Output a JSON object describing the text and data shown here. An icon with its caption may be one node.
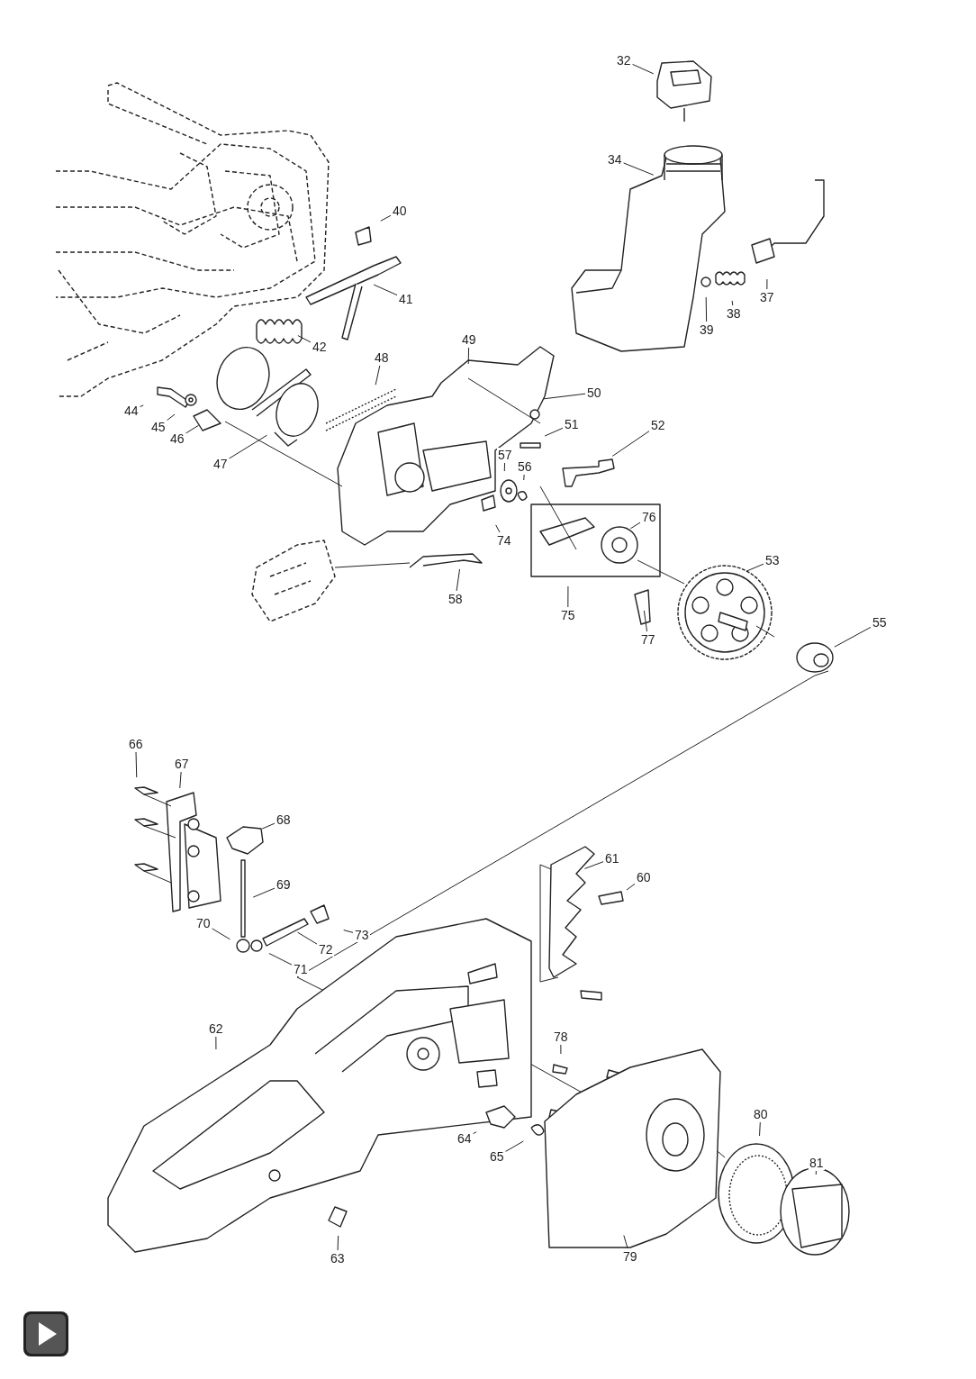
{
  "diagram": {
    "nodes": [
      {
        "text": [
          "32"
        ]
      },
      {
        "text": [
          "34"
        ]
      },
      {
        "text": [
          "40"
        ]
      },
      {
        "text": [
          "37"
        ]
      },
      {
        "text": [
          "41"
        ]
      },
      {
        "text": [
          "38"
        ]
      },
      {
        "text": [
          "39"
        ]
      },
      {
        "text": [
          "49"
        ]
      },
      {
        "text": [
          "42"
        ]
      },
      {
        "text": [
          "48"
        ]
      },
      {
        "text": [
          "50"
        ]
      },
      {
        "text": [
          "44"
        ]
      },
      {
        "text": [
          "51"
        ]
      },
      {
        "text": [
          "52"
        ]
      },
      {
        "text": [
          "45"
        ]
      },
      {
        "text": [
          "46"
        ]
      },
      {
        "text": [
          "57"
        ]
      },
      {
        "text": [
          "47"
        ]
      },
      {
        "text": [
          "56"
        ]
      },
      {
        "text": [
          "76"
        ]
      },
      {
        "text": [
          "74"
        ]
      },
      {
        "text": [
          "53"
        ]
      },
      {
        "text": [
          "58"
        ]
      },
      {
        "text": [
          "75"
        ]
      },
      {
        "text": [
          "55"
        ]
      },
      {
        "text": [
          "77"
        ]
      },
      {
        "text": [
          "66"
        ]
      },
      {
        "text": [
          "67"
        ]
      },
      {
        "text": [
          "68"
        ]
      },
      {
        "text": [
          "61"
        ]
      },
      {
        "text": [
          "60"
        ]
      },
      {
        "text": [
          "69"
        ]
      },
      {
        "text": [
          "70"
        ]
      },
      {
        "text": [
          "73"
        ]
      },
      {
        "text": [
          "72"
        ]
      },
      {
        "text": [
          "71"
        ]
      },
      {
        "text": [
          "62"
        ]
      },
      {
        "text": [
          "78"
        ]
      },
      {
        "text": [
          "80"
        ]
      },
      {
        "text": [
          "64"
        ]
      },
      {
        "text": [
          "65"
        ]
      },
      {
        "text": [
          "81"
        ]
      },
      {
        "text": [
          "79"
        ]
      },
      {
        "text": [
          "63"
        ]
      }
    ],
    "edges": [
      {
        "from": 0,
        "to": null,
        "arrow": "none"
      },
      {
        "from": 1,
        "to": null,
        "arrow": "none"
      },
      {
        "from": 2,
        "to": null,
        "arrow": "none"
      },
      {
        "from": 3,
        "to": null,
        "arrow": "none"
      },
      {
        "from": 4,
        "to": null,
        "arrow": "none"
      },
      {
        "from": 5,
        "to": null,
        "arrow": "none"
      },
      {
        "from": 6,
        "to": null,
        "arrow": "none"
      },
      {
        "from": 7,
        "to": null,
        "arrow": "none"
      },
      {
        "from": 8,
        "to": null,
        "arrow": "none"
      },
      {
        "from": 9,
        "to": null,
        "arrow": "none"
      },
      {
        "from": 10,
        "to": null,
        "arrow": "none"
      },
      {
        "from": 11,
        "to": null,
        "arrow": "none"
      },
      {
        "from": 12,
        "to": null,
        "arrow": "none"
      },
      {
        "from": 13,
        "to": null,
        "arrow": "none"
      },
      {
        "from": 14,
        "to": null,
        "arrow": "none"
      },
      {
        "from": 15,
        "to": null,
        "arrow": "none"
      },
      {
        "from": 16,
        "to": null,
        "arrow": "none"
      },
      {
        "from": 17,
        "to": null,
        "arrow": "none"
      },
      {
        "from": 18,
        "to": null,
        "arrow": "none"
      },
      {
        "from": 19,
        "to": null,
        "arrow": "none"
      },
      {
        "from": 20,
        "to": null,
        "arrow": "none"
      },
      {
        "from": 21,
        "to": null,
        "arrow": "none"
      },
      {
        "from": 22,
        "to": null,
        "arrow": "none"
      },
      {
        "from": 23,
        "to": null,
        "arrow": "none"
      },
      {
        "from": 24,
        "to": null,
        "arrow": "none"
      },
      {
        "from": 25,
        "to": null,
        "arrow": "none"
      },
      {
        "from": 26,
        "to": null,
        "arrow": "none"
      },
      {
        "from": 27,
        "to": null,
        "arrow": "none"
      },
      {
        "from": 28,
        "to": null,
        "arrow": "none"
      },
      {
        "from": 29,
        "to": null,
        "arrow": "none"
      },
      {
        "from": 30,
        "to": null,
        "arrow": "none"
      },
      {
        "from": 31,
        "to": null,
        "arrow": "none"
      },
      {
        "from": 32,
        "to": null,
        "arrow": "none"
      },
      {
        "from": 33,
        "to": null,
        "arrow": "none"
      },
      {
        "from": 34,
        "to": null,
        "arrow": "none"
      },
      {
        "from": 35,
        "to": null,
        "arrow": "none"
      },
      {
        "from": 36,
        "to": null,
        "arrow": "none"
      },
      {
        "from": 37,
        "to": null,
        "arrow": "none"
      },
      {
        "from": 38,
        "to": null,
        "arrow": "none"
      },
      {
        "from": 39,
        "to": null,
        "arrow": "none"
      },
      {
        "from": 40,
        "to": null,
        "arrow": "none"
      },
      {
        "from": 41,
        "to": null,
        "arrow": "none"
      },
      {
        "from": 42,
        "to": null,
        "arrow": "none"
      },
      {
        "from": 43,
        "to": null,
        "arrow": "none"
      }
    ]
  }
}
